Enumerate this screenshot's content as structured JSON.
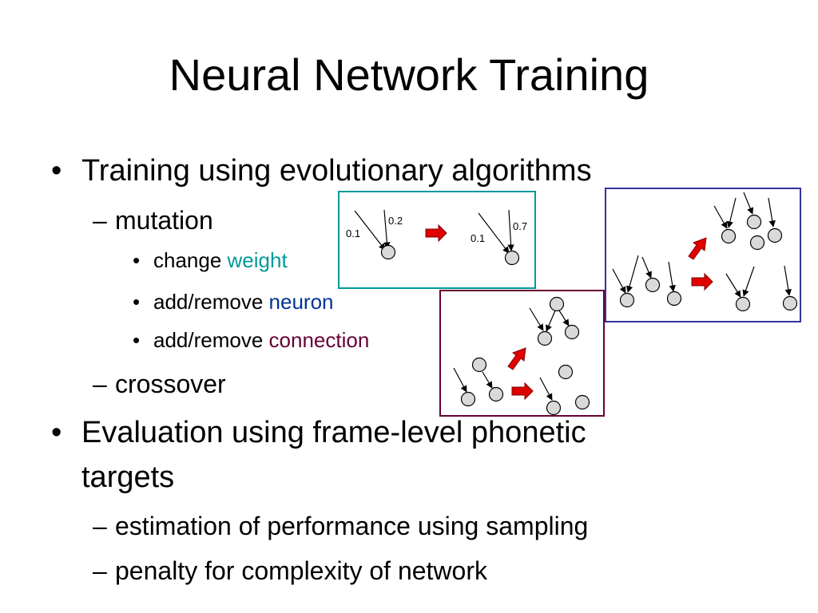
{
  "slide": {
    "title": "Neural Network Training",
    "items": [
      {
        "marker": "•",
        "text": "Training using evolutionary algorithms"
      },
      {
        "marker": "–",
        "text": "mutation"
      },
      {
        "marker": "•",
        "text": "change ",
        "highlight": "weight",
        "highlight_color": "#009999"
      },
      {
        "marker": "•",
        "text": "add/remove ",
        "highlight": "neuron",
        "highlight_color": "#003399"
      },
      {
        "marker": "•",
        "text": "add/remove ",
        "highlight": "connection",
        "highlight_color": "#660033"
      },
      {
        "marker": "–",
        "text": "crossover"
      },
      {
        "marker": "•",
        "text": "Evaluation using frame-level phonetic"
      },
      {
        "marker": "",
        "text": "targets"
      },
      {
        "marker": "–",
        "text": "estimation of performance using sampling"
      },
      {
        "marker": "–",
        "text": "penalty for complexity of network"
      }
    ]
  },
  "diagrams": {
    "weight_box": {
      "border_color": "#009999",
      "before": {
        "left_weight": "0.1",
        "right_weight": "0.2"
      },
      "after": {
        "left_weight": "0.1",
        "right_weight": "0.7"
      }
    },
    "neuron_box": {
      "border_color": "#333399"
    },
    "connection_box": {
      "border_color": "#660033"
    },
    "arrow_color": "#e00000",
    "node_fill": "#d9d9d9"
  }
}
